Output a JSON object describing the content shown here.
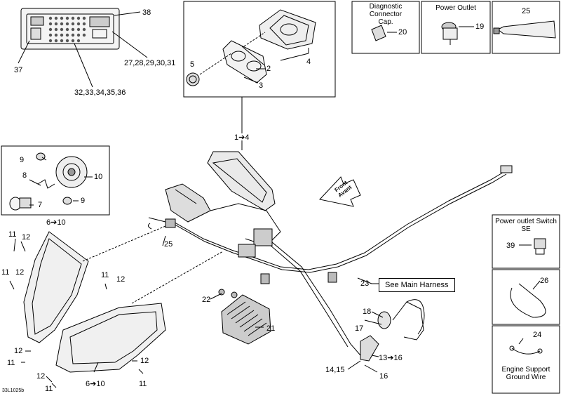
{
  "callouts": {
    "c1_4": "1➔4",
    "c2": "2",
    "c3": "3",
    "c4": "4",
    "c5": "5",
    "c6_10a": "6➔10",
    "c6_10b": "6➔10",
    "c7": "7",
    "c8": "8",
    "c9a": "9",
    "c9b": "9",
    "c10": "10",
    "c11a": "11",
    "c11b": "11",
    "c11c": "11",
    "c11d": "11",
    "c11e": "11",
    "c12a": "12",
    "c12b": "12",
    "c12c": "12",
    "c12d": "12",
    "c12e": "12",
    "c13_16": "13➔16",
    "c14_15": "14,15",
    "c16": "16",
    "c17": "17",
    "c18": "18",
    "c19": "19",
    "c20": "20",
    "c21": "21",
    "c22": "22",
    "c23": "23",
    "c24": "24",
    "c25": "25",
    "c25b": "25",
    "c26": "26",
    "c27_31": "27,28,29,30,31",
    "c32_36": "32,33,34,35,36",
    "c37": "37",
    "c38": "38",
    "c39": "39"
  },
  "boxes": {
    "diagnostic_title": "Diagnostic Connector\nCap.",
    "power_outlet_title": "Power Outlet",
    "power_switch_title": "Power outlet Switch\nSE",
    "ground_wire_title": "Engine Support\nGround Wire"
  },
  "notes": {
    "see_main_harness": "See Main Harness",
    "front_arrow": "Front\nAvant"
  },
  "drawing_code": "33L1025b"
}
